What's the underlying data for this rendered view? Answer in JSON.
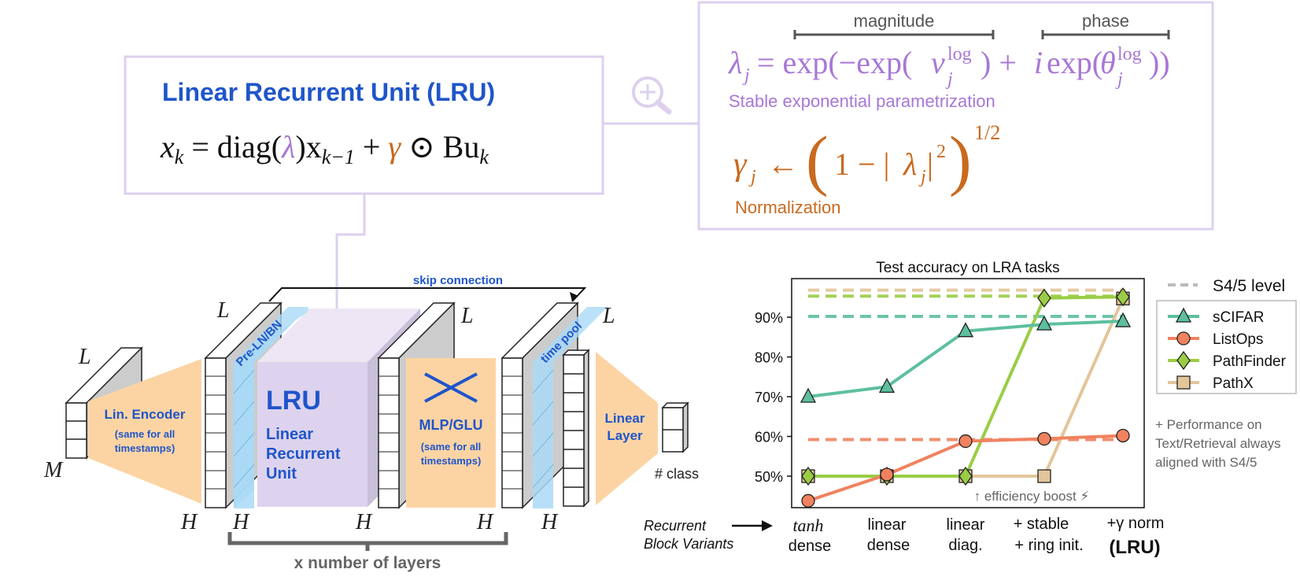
{
  "lru_box": {
    "title": "Linear Recurrent Unit (LRU)",
    "eq_x": "x",
    "eq_k": "k",
    "eq_mid": " = diag(",
    "eq_lambda": "λ",
    "eq_after": ")x",
    "eq_km1": "k−1",
    "eq_plus": " + ",
    "eq_gamma": "γ",
    "eq_tail": " ⊙ Bu",
    "eq_k2": "k"
  },
  "param_box": {
    "magnitude_label": "magnitude",
    "phase_label": "phase",
    "lambda_eq": "λj = exp(−exp(νjlog) + i exp(θjlog))",
    "lambda_caption": "Stable exponential parametrization",
    "gamma_eq": "γj ← (1 − |λj|²)^1/2",
    "gamma_caption": "Normalization",
    "colors": {
      "lambda": "#a877d6",
      "gamma": "#c96a1f",
      "border": "#ded0ef"
    }
  },
  "architecture": {
    "skip_label": "skip connection",
    "encoder_title": "Lin. Encoder",
    "encoder_sub1": "(same for all",
    "encoder_sub2": "timestamps)",
    "preln_label": "Pre-LN/BN",
    "lru_big": "LRU",
    "lru_sub1": "Linear",
    "lru_sub2": "Recurrent",
    "lru_sub3": "Unit",
    "mlp_title": "MLP/GLU",
    "mlp_sub1": "(same for all",
    "mlp_sub2": "timestamps)",
    "timepool_label": "time pool",
    "linear_layer1": "Linear",
    "linear_layer2": "Layer",
    "class_label": "# class",
    "dim_L": "L",
    "dim_H": "H",
    "dim_M": "M",
    "layers_label": "x number of layers",
    "colors": {
      "blue": "#1f55c9",
      "orange": "#fcd4a4",
      "lavender": "#ddd3ee",
      "cyan": "#a9d9f6"
    }
  },
  "chart": {
    "title": "Test accuracy on LRA tasks",
    "variants_label1": "Recurrent",
    "variants_label2": "Block Variants",
    "cat_labels": [
      {
        "l1": "tanh",
        "l2": "dense"
      },
      {
        "l1": "linear",
        "l2": "dense"
      },
      {
        "l1": "linear",
        "l2": "diag."
      },
      {
        "l1": "+ stable",
        "l2": "+ ring init."
      },
      {
        "l1": "+γ norm",
        "l2": "(LRU)"
      }
    ],
    "yticks": [
      "50%",
      "60%",
      "70%",
      "80%",
      "90%"
    ],
    "efficiency": "↑ efficiency boost ⚡",
    "legend_s45": "S4/5 level",
    "note1": "+ Performance on",
    "note2": "Text/Retrieval always",
    "note3": "aligned with S4/5"
  },
  "chart_data": {
    "type": "line",
    "title": "Test accuracy on LRA tasks",
    "categories": [
      "tanh dense",
      "linear dense",
      "linear diag.",
      "+ stable + ring init.",
      "+γ norm (LRU)"
    ],
    "ylim": [
      42,
      100
    ],
    "y_unit": "%",
    "grid": false,
    "legend_position": "right",
    "series": [
      {
        "name": "sCIFAR",
        "values": [
          70,
          72.5,
          86.5,
          88.2,
          89
        ],
        "color": "#5dbf9f",
        "marker": "triangle",
        "s45_level": 90.2
      },
      {
        "name": "ListOps",
        "values": [
          43.8,
          50.4,
          58.8,
          59.4,
          60.2
        ],
        "color": "#f0825f",
        "marker": "circle",
        "s45_level": 59.2
      },
      {
        "name": "PathFinder",
        "values": [
          50,
          50,
          50,
          94.8,
          95.1
        ],
        "color": "#9acd45",
        "marker": "diamond",
        "s45_level": 95.3
      },
      {
        "name": "PathX",
        "values": [
          50,
          50,
          50,
          50,
          94.7
        ],
        "color": "#e3c59a",
        "marker": "square",
        "s45_level": 96.8
      }
    ]
  }
}
